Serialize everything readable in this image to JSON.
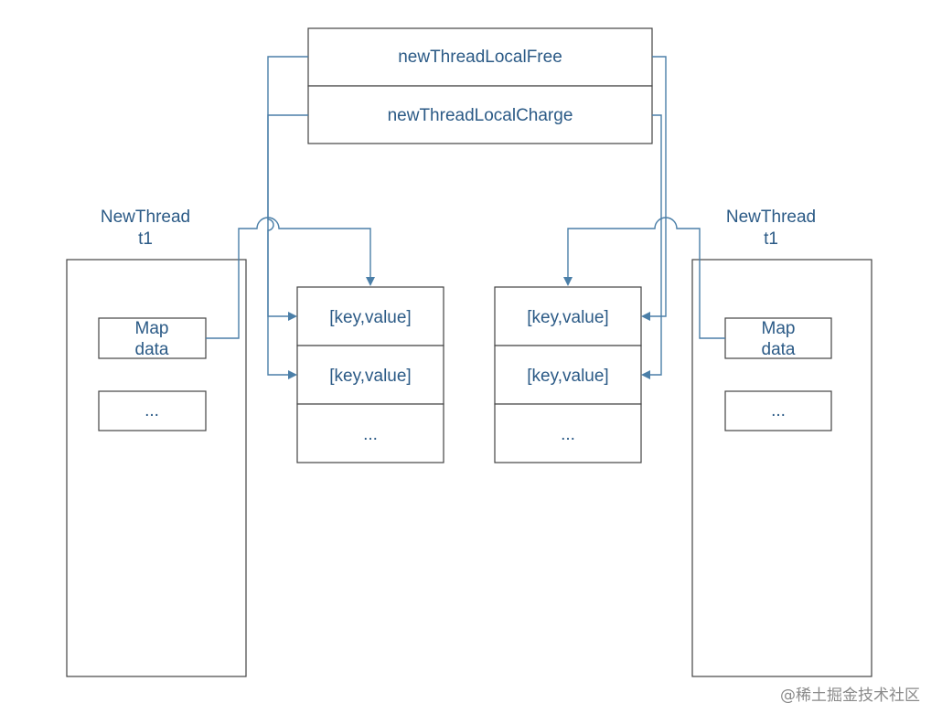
{
  "thread_locals": {
    "free_label": "newThreadLocalFree",
    "charge_label": "newThreadLocalCharge"
  },
  "left_thread": {
    "name_line1": "NewThread",
    "name_line2": "t1",
    "map_line1": "Map",
    "map_line2": "data",
    "more_label": "..."
  },
  "right_thread": {
    "name_line1": "NewThread",
    "name_line2": "t1",
    "map_line1": "Map",
    "map_line2": "data",
    "more_label": "..."
  },
  "left_map": {
    "entries": [
      "[key,value]",
      "[key,value]",
      "..."
    ]
  },
  "right_map": {
    "entries": [
      "[key,value]",
      "[key,value]",
      "..."
    ]
  },
  "watermark": "@稀土掘金技术社区",
  "colors": {
    "text": "#2b5a86",
    "connector": "#4b7fa8",
    "box_border": "#444444"
  }
}
